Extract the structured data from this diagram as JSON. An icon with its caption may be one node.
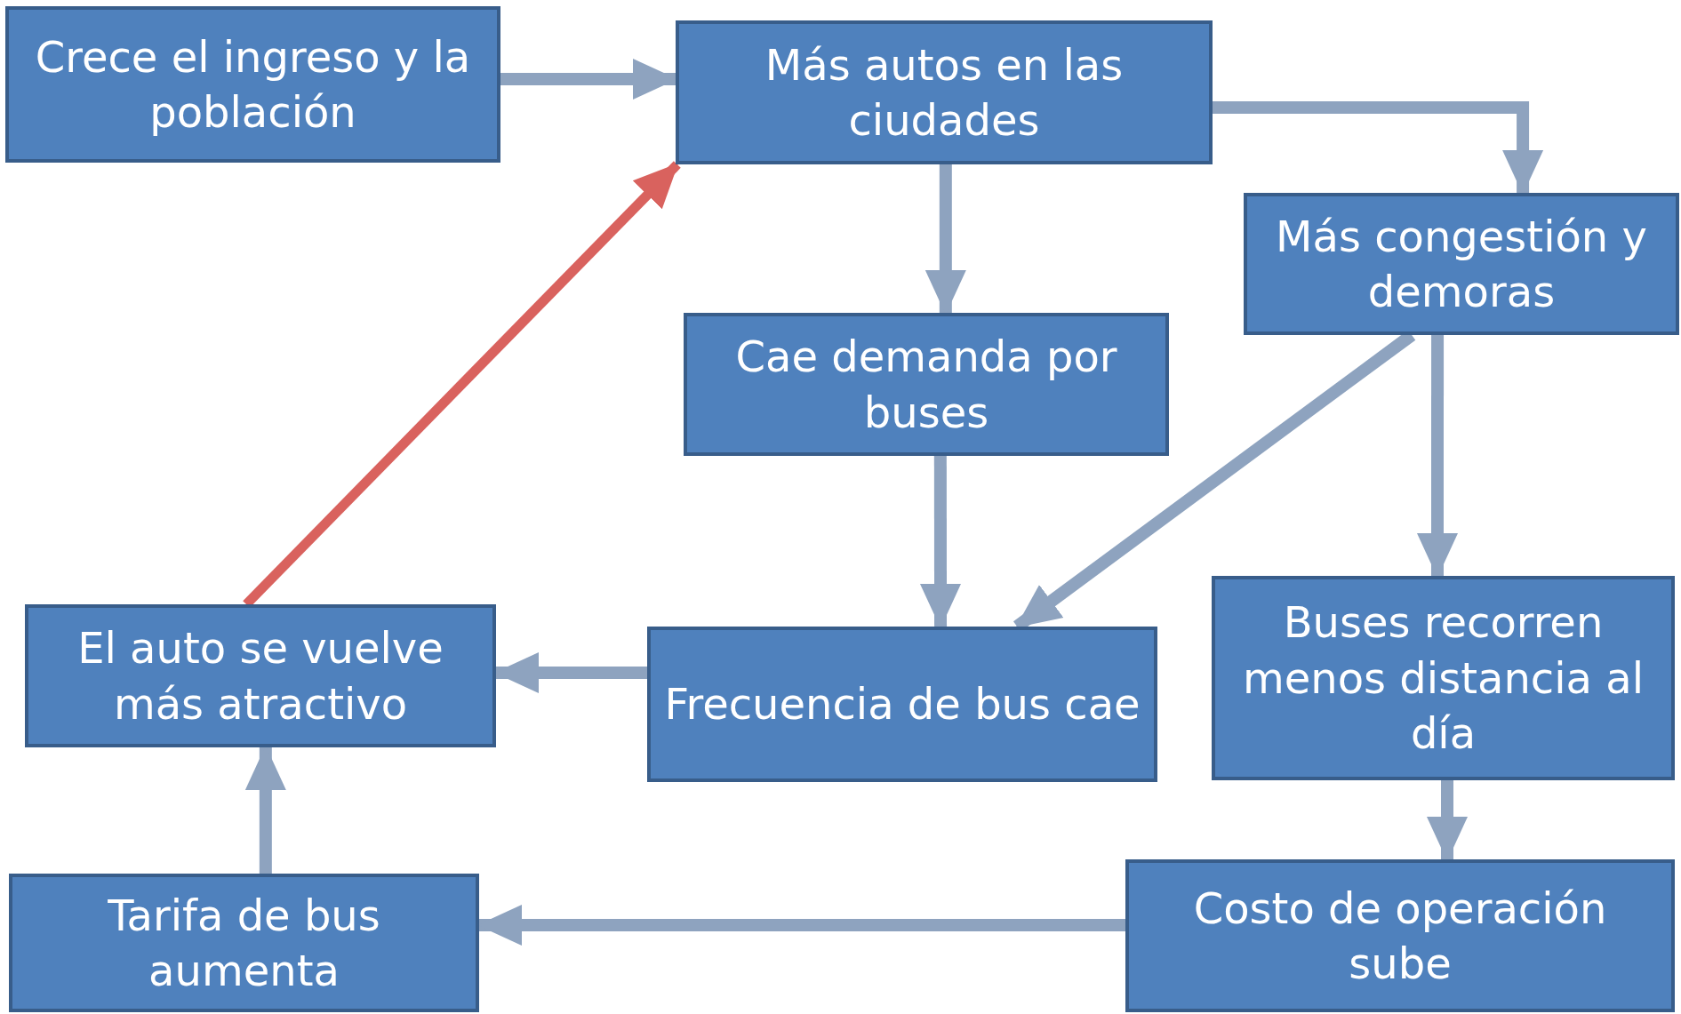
{
  "diagram": {
    "nodes": [
      {
        "text": [
          "Crece el ingreso y la población"
        ]
      },
      {
        "text": [
          "Más autos en las ciudades"
        ]
      },
      {
        "text": [
          "Más congestión y demoras"
        ]
      },
      {
        "text": [
          "Cae demanda por buses"
        ]
      },
      {
        "text": [
          "Buses recorren menos distancia al día"
        ]
      },
      {
        "text": [
          "Frecuencia de bus cae"
        ]
      },
      {
        "text": [
          "El auto se vuelve más atractivo"
        ]
      },
      {
        "text": [
          "Costo de operación sube"
        ]
      },
      {
        "text": [
          "Tarifa de bus aumenta"
        ]
      }
    ],
    "edges": [
      {
        "from": 0,
        "to": 1,
        "arrow": "to"
      },
      {
        "from": 1,
        "to": 2,
        "arrow": "to"
      },
      {
        "from": 1,
        "to": 3,
        "arrow": "to"
      },
      {
        "from": 2,
        "to": 5,
        "arrow": "to"
      },
      {
        "from": 2,
        "to": 4,
        "arrow": "to"
      },
      {
        "from": 3,
        "to": 5,
        "arrow": "to"
      },
      {
        "from": 5,
        "to": 6,
        "arrow": "to"
      },
      {
        "from": 4,
        "to": 7,
        "arrow": "to"
      },
      {
        "from": 7,
        "to": 8,
        "arrow": "to"
      },
      {
        "from": 8,
        "to": 6,
        "arrow": "to"
      },
      {
        "from": 6,
        "to": 1,
        "arrow": "to",
        "color": "#d9625e"
      }
    ]
  }
}
